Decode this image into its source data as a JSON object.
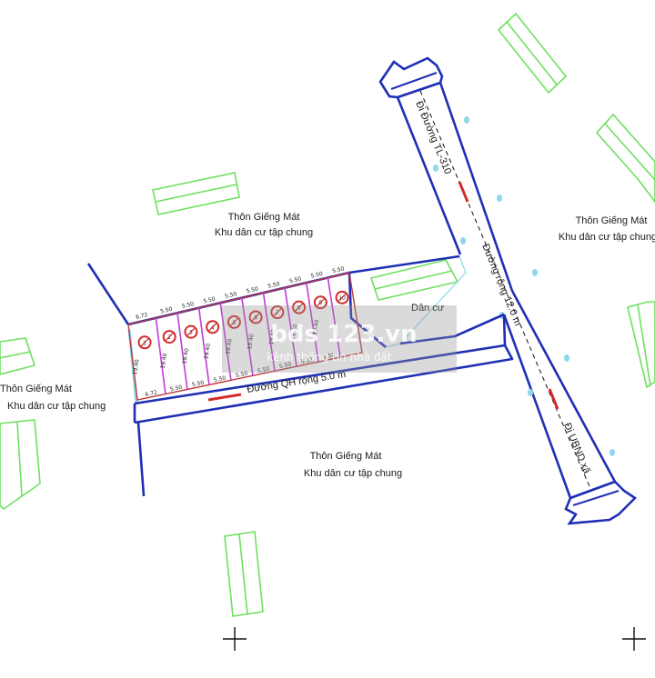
{
  "areas": {
    "north_left": {
      "line1": "Thôn Giếng Mát",
      "line2": "Khu dân cư tập chung"
    },
    "north_right": {
      "line1": "Thôn Giếng Mát",
      "line2": "Khu dân cư tập chung"
    },
    "west": {
      "line1": "Thôn Giếng Mát",
      "line2": "Khu dân cư tập chung"
    },
    "south": {
      "line1": "Thôn Giếng Mát",
      "line2": "Khu dân cư tập chung"
    },
    "residential": "Dân cư"
  },
  "roads": {
    "to_tl310": "Đi Đường TL-310",
    "main_width": "Đường rộng 12.0 m",
    "to_ubnd": "Đi UBND xã",
    "planned": "Đường QH rộng 5.0 m"
  },
  "plots": {
    "labels": [
      "1",
      "2",
      "3",
      "4",
      "5",
      "6",
      "7",
      "8",
      "9",
      "10"
    ],
    "top_widths": [
      "6.72",
      "5.50",
      "5.50",
      "5.50",
      "5.50",
      "5.50",
      "5.50",
      "5.50",
      "5.50",
      "5.50"
    ],
    "bottom_widths": [
      "6.72",
      "5.50",
      "5.50",
      "5.50",
      "5.50",
      "5.50",
      "5.50",
      "5.51",
      "5.50"
    ],
    "depths": [
      "19.40",
      "19.40",
      "19.40",
      "19.40",
      "19.40",
      "19.40",
      "19.40",
      "19.40",
      "19.40"
    ]
  },
  "watermark": {
    "brand": "bds 123.vn",
    "tagline": "kênh thông tin nhà đất"
  },
  "colors": {
    "road": "#1f2fb5",
    "building": "#6ee05f",
    "plot_divider": "#c23bd8",
    "plot_edge": "#c0363a",
    "water": "#8fd7ee"
  }
}
